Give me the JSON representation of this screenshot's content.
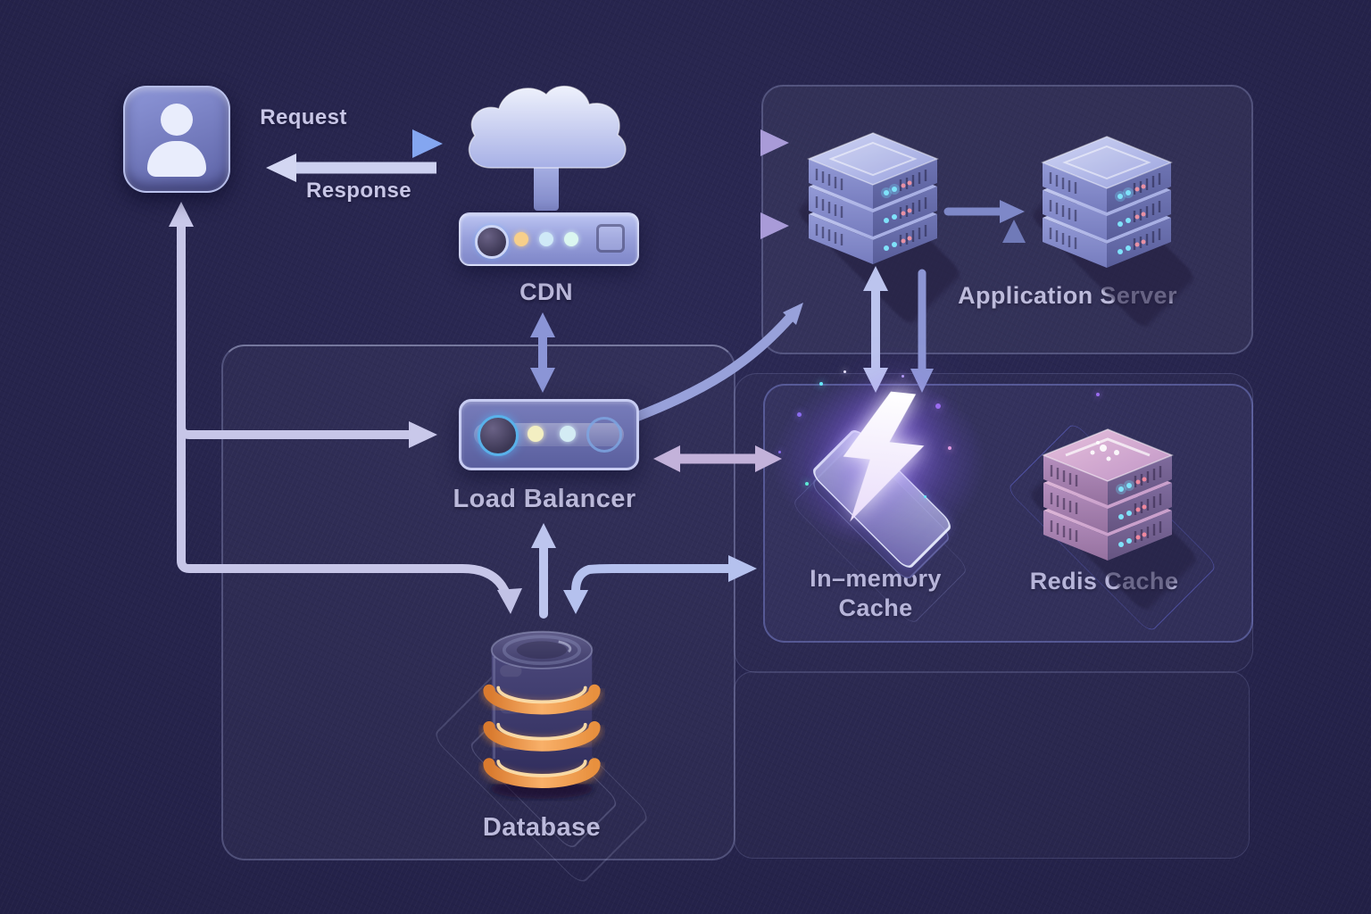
{
  "diagram": {
    "labels": {
      "request": "Request",
      "response": "Response",
      "cdn": "CDN",
      "load_balancer": "Load Balancer",
      "application_server": "Application Server",
      "in_memory_cache_line1": "In–memory",
      "in_memory_cache_line2": "Cache",
      "redis_cache": "Redis Cache",
      "database": "Database"
    },
    "icons": {
      "user": "user-avatar-icon",
      "cdn": "cloud-with-router-icon",
      "load_balancer": "load-balancer-box-icon",
      "application_server": "isometric-server-stack-icon",
      "in_memory_cache": "lightning-bolt-on-chip-icon",
      "redis_cache": "isometric-server-stack-icon",
      "database": "cylinder-database-icon"
    },
    "colors": {
      "background": "#242249",
      "panel_fill": "rgba(255,255,255,0.04)",
      "panel_border": "rgba(165,170,220,0.30)",
      "cache_panel_border": "rgba(140,150,235,0.40)",
      "label_text": "#bab8da",
      "arrow_lavender": "#c6c9ee",
      "arrow_blue": "#82a5f0",
      "arrow_pink": "#b9a2d8",
      "database_ring_orange": "#f09c4e",
      "led_cyan": "#72dcf8",
      "bolt_glow_purple": "#8b5cf6"
    }
  }
}
